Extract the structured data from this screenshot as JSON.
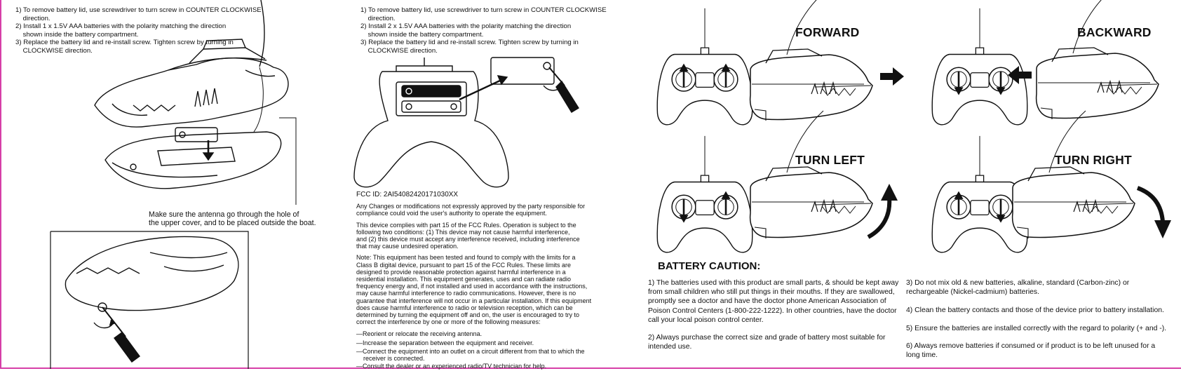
{
  "install_steps_left": [
    "1) To remove battery lid, use screwdriver to turn screw in COUNTER CLOCKWISE",
    "    direction.",
    "2) Install 1 x 1.5V AAA batteries with the polarity matching the direction",
    "    shown inside the battery compartment.",
    "3) Replace the battery lid and re-install screw. Tighten screw by turning in",
    "    CLOCKWISE direction."
  ],
  "install_steps_mid": [
    "1) To remove battery lid, use screwdriver to turn screw in COUNTER CLOCKWISE",
    "    direction.",
    "2) Install 2 x 1.5V AAA batteries with the polarity matching the direction",
    "    shown inside the battery compartment.",
    "3) Replace the battery lid and re-install screw. Tighten screw by turning in",
    "    CLOCKWISE direction."
  ],
  "antenna_note": [
    "Make sure the antenna go through the hole of",
    "the upper cover, and to be placed outside the boat."
  ],
  "fcc": {
    "id": "FCC ID:  2AI54082420171030XX",
    "changes": [
      "Any Changes or modifications not expressly approved by the party responsible for",
      "compliance could void the user's authority to operate the equipment."
    ],
    "part15": [
      "This device complies with part 15 of the FCC Rules. Operation is subject to the",
      "following two conditions: (1) This device may not cause harmful interference,",
      "and (2) this device must accept any interference received, including interference",
      "that may cause undesired operation."
    ],
    "note": [
      "Note: This equipment has been tested and found to comply with the limits for a",
      "Class B digital device, pursuant to part 15 of the FCC Rules. These limits are",
      "designed to provide reasonable protection against harmful interference in a",
      "residential installation. This equipment generates, uses and can radiate radio",
      "frequency energy and, if not installed and used in accordance with the instructions,",
      "may cause harmful interference to radio communications. However, there is no",
      "guarantee that interference will not occur in a particular installation. If this equipment",
      "does cause harmful interference to radio or television reception, which can be",
      "determined by turning the equipment off and on, the user is encouraged to try to",
      "correct the interference by one or more of the following measures:"
    ],
    "measures": [
      "—Reorient or relocate the receiving antenna.",
      "—Increase the separation between the equipment and receiver.",
      "—Connect the equipment into an outlet on a circuit different from that to which the",
      "    receiver is connected.",
      "—Consult the dealer or an experienced radio/TV technician for help."
    ]
  },
  "controls": {
    "forward": "FORWARD",
    "backward": "BACKWARD",
    "turn_left": "TURN LEFT",
    "turn_right": "TURN RIGHT"
  },
  "caution": {
    "title": "BATTERY CAUTION:",
    "item1": "1) The batteries used with this product are small parts, & should be kept away from small children who still put things in their mouths. If they are swallowed, promptly see a doctor and have the doctor phone American Association of Poison Control Centers (1-800-222-1222). In other countries, have the doctor call your local poison control center.",
    "item2": "2) Always purchase the correct size and grade of battery most suitable for intended use.",
    "item3": "3) Do not mix old & new batteries, alkaline, standard (Carbon-zinc) or rechargeable (Nickel-cadmium) batteries.",
    "item4": "4) Clean the battery contacts and those of the device prior to battery installation.",
    "item5": "5) Ensure the batteries are installed correctly with the regard to polarity (+ and -).",
    "item6": "6) Always remove batteries if consumed or if product is to be left unused for a long time."
  },
  "icons": {
    "controller": "remote-controller-icon",
    "boat": "shark-boat-icon",
    "screwdriver": "screwdriver-icon"
  },
  "colors": {
    "border": "#d63fa8",
    "ink": "#111111"
  }
}
